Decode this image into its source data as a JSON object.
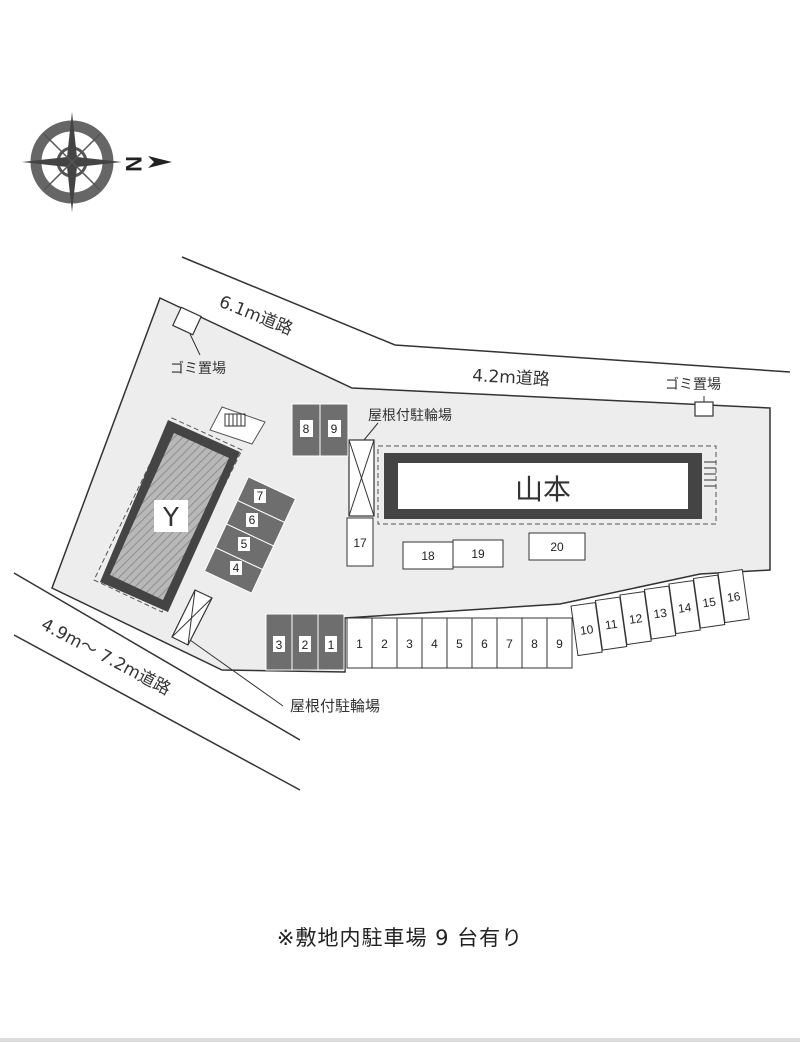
{
  "compass": {
    "north_letter": "N"
  },
  "roads": {
    "road_north_west": "6.1m道路",
    "road_north_east": "4.2m道路",
    "road_south": "4.9m〜 7.2m道路"
  },
  "facilities": {
    "garbage_west": "ゴミ置場",
    "garbage_east": "ゴミ置場",
    "bike_shed_north": "屋根付駐輪場",
    "bike_shed_south": "屋根付駐輪場"
  },
  "buildings": {
    "building_y": "Y",
    "building_yamamoto": "山本"
  },
  "parking": {
    "west_covered_top": [
      "8",
      "9"
    ],
    "west_diag": [
      "7",
      "6",
      "5",
      "4"
    ],
    "west_covered_bottom": [
      "3",
      "2",
      "1"
    ],
    "east_row": [
      "1",
      "2",
      "3",
      "4",
      "5",
      "6",
      "7",
      "8",
      "9",
      "10",
      "11",
      "12",
      "13",
      "14",
      "15",
      "16"
    ],
    "east_inner": [
      "17",
      "18",
      "19",
      "20"
    ]
  },
  "footnote": "※敷地内駐車場 9 台有り",
  "colors": {
    "site": "#ededed",
    "building_border": "#444444",
    "covered_space": "#6e6e6e",
    "line": "#333333"
  }
}
